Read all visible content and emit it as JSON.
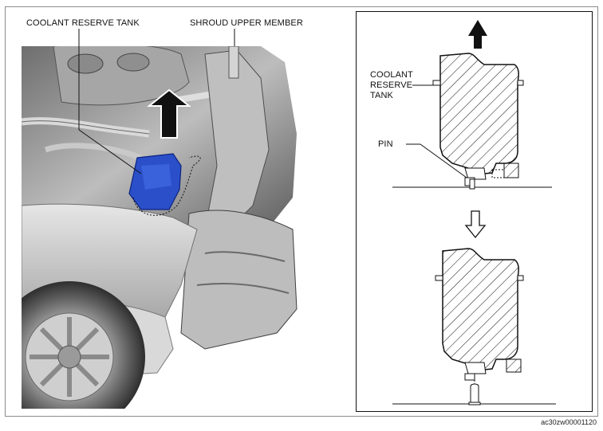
{
  "left_panel": {
    "label_coolant_tank": "COOLANT RESERVE TANK",
    "label_shroud": "SHROUD UPPER MEMBER"
  },
  "right_panel": {
    "label_tank_line1": "COOLANT",
    "label_tank_line2": "RESERVE",
    "label_tank_line3": "TANK",
    "label_pin": "PIN"
  },
  "figure_code": "ac30zw00001120",
  "colors": {
    "highlight_blue": "#2a4fc9",
    "arrow_black": "#111111",
    "metal_gray": "#cfcfcf"
  }
}
